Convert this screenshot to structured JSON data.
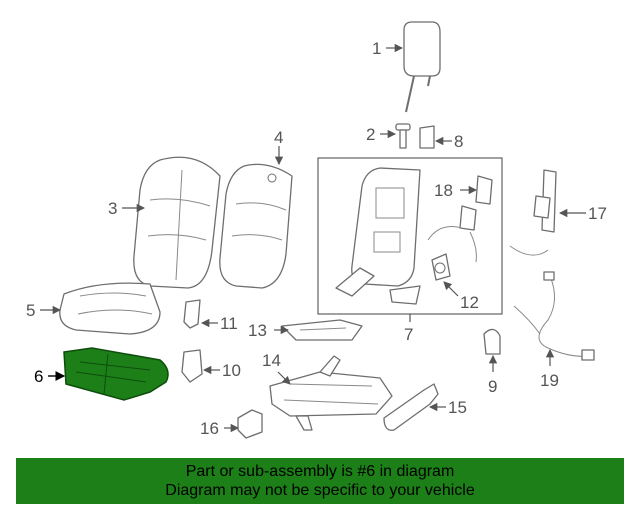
{
  "callouts": {
    "c1": "1",
    "c2": "2",
    "c3": "3",
    "c4": "4",
    "c5": "5",
    "c6": "6",
    "c7": "7",
    "c8": "8",
    "c9": "9",
    "c10": "10",
    "c11": "11",
    "c12": "12",
    "c13": "13",
    "c14": "14",
    "c15": "15",
    "c16": "16",
    "c17": "17",
    "c18": "18",
    "c19": "19"
  },
  "highlight": {
    "part_number": "6",
    "color": "#1c7f18"
  },
  "banner": {
    "line1": "Part or sub-assembly is #6 in diagram",
    "line2": "Diagram may not be specific to your vehicle",
    "background": "#1c7f18"
  }
}
